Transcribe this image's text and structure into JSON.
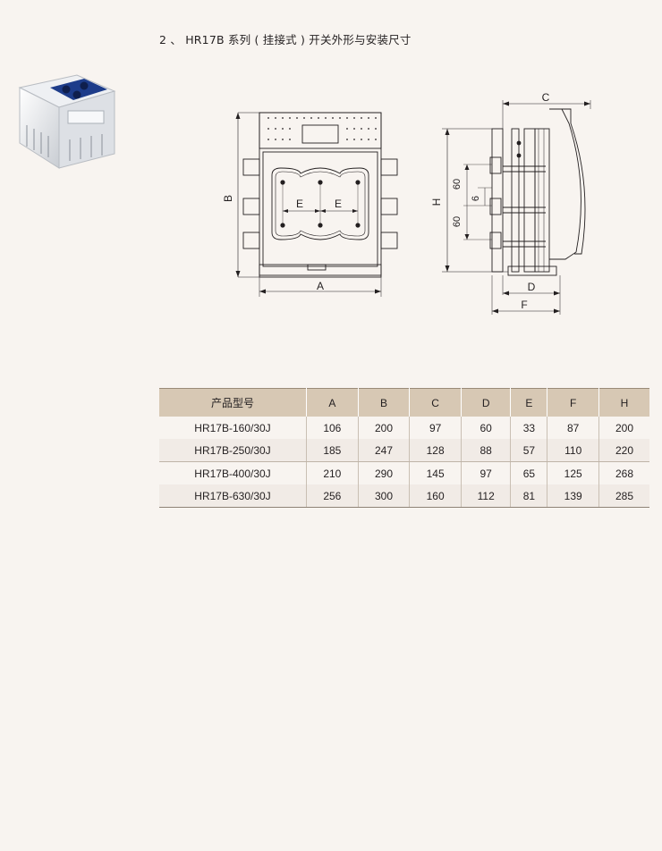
{
  "page": {
    "title": "2 、 HR17B 系列 ( 挂接式 ) 开关外形与安装尺寸"
  },
  "diagram_labels": {
    "front": {
      "width": "A",
      "height": "B",
      "spacing_left": "E",
      "spacing_right": "E"
    },
    "side": {
      "depth_top": "C",
      "depth_mid": "D",
      "depth_bottom": "F",
      "height": "H",
      "pitch_upper": "60",
      "gap": "6",
      "pitch_lower": "60"
    }
  },
  "spec_table": {
    "headers": [
      "产品型号",
      "A",
      "B",
      "C",
      "D",
      "E",
      "F",
      "H"
    ],
    "rows": [
      [
        "HR17B-160/30J",
        "106",
        "200",
        "97",
        "60",
        "33",
        "87",
        "200"
      ],
      [
        "HR17B-250/30J",
        "185",
        "247",
        "128",
        "88",
        "57",
        "110",
        "220"
      ],
      [
        "HR17B-400/30J",
        "210",
        "290",
        "145",
        "97",
        "65",
        "125",
        "268"
      ],
      [
        "HR17B-630/30J",
        "256",
        "300",
        "160",
        "112",
        "81",
        "139",
        "285"
      ]
    ]
  },
  "colors": {
    "background": "#f8f4f0",
    "table_header": "#d7c8b4",
    "row_alt": "#f1ebe6",
    "accent_blue": "#1d3c8a"
  }
}
